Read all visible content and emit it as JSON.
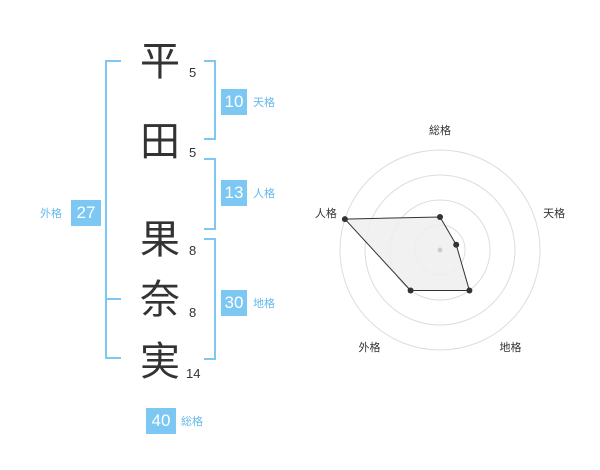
{
  "name": {
    "chars": [
      {
        "char": "平",
        "strokes": "5"
      },
      {
        "char": "田",
        "strokes": "5"
      },
      {
        "char": "果",
        "strokes": "8"
      },
      {
        "char": "奈",
        "strokes": "8"
      },
      {
        "char": "実",
        "strokes": "14"
      }
    ]
  },
  "scores": {
    "tenkaku": {
      "value": "10",
      "label": "天格"
    },
    "jinkaku": {
      "value": "13",
      "label": "人格"
    },
    "chikaku": {
      "value": "30",
      "label": "地格"
    },
    "gaikaku": {
      "value": "27",
      "label": "外格"
    },
    "soukaku": {
      "value": "40",
      "label": "総格"
    }
  },
  "chart_data": {
    "type": "radar",
    "axes": [
      "総格",
      "天格",
      "地格",
      "外格",
      "人格"
    ],
    "values": [
      0.33,
      0.17,
      0.5,
      0.5,
      1.0
    ],
    "rings": 4,
    "colors": {
      "fill": "#eeeeee",
      "stroke": "#333333",
      "ring": "#dddddd",
      "point": "#333333"
    }
  },
  "colors": {
    "accent": "#7cc8f2",
    "label": "#64b9ea",
    "text": "#333333"
  }
}
